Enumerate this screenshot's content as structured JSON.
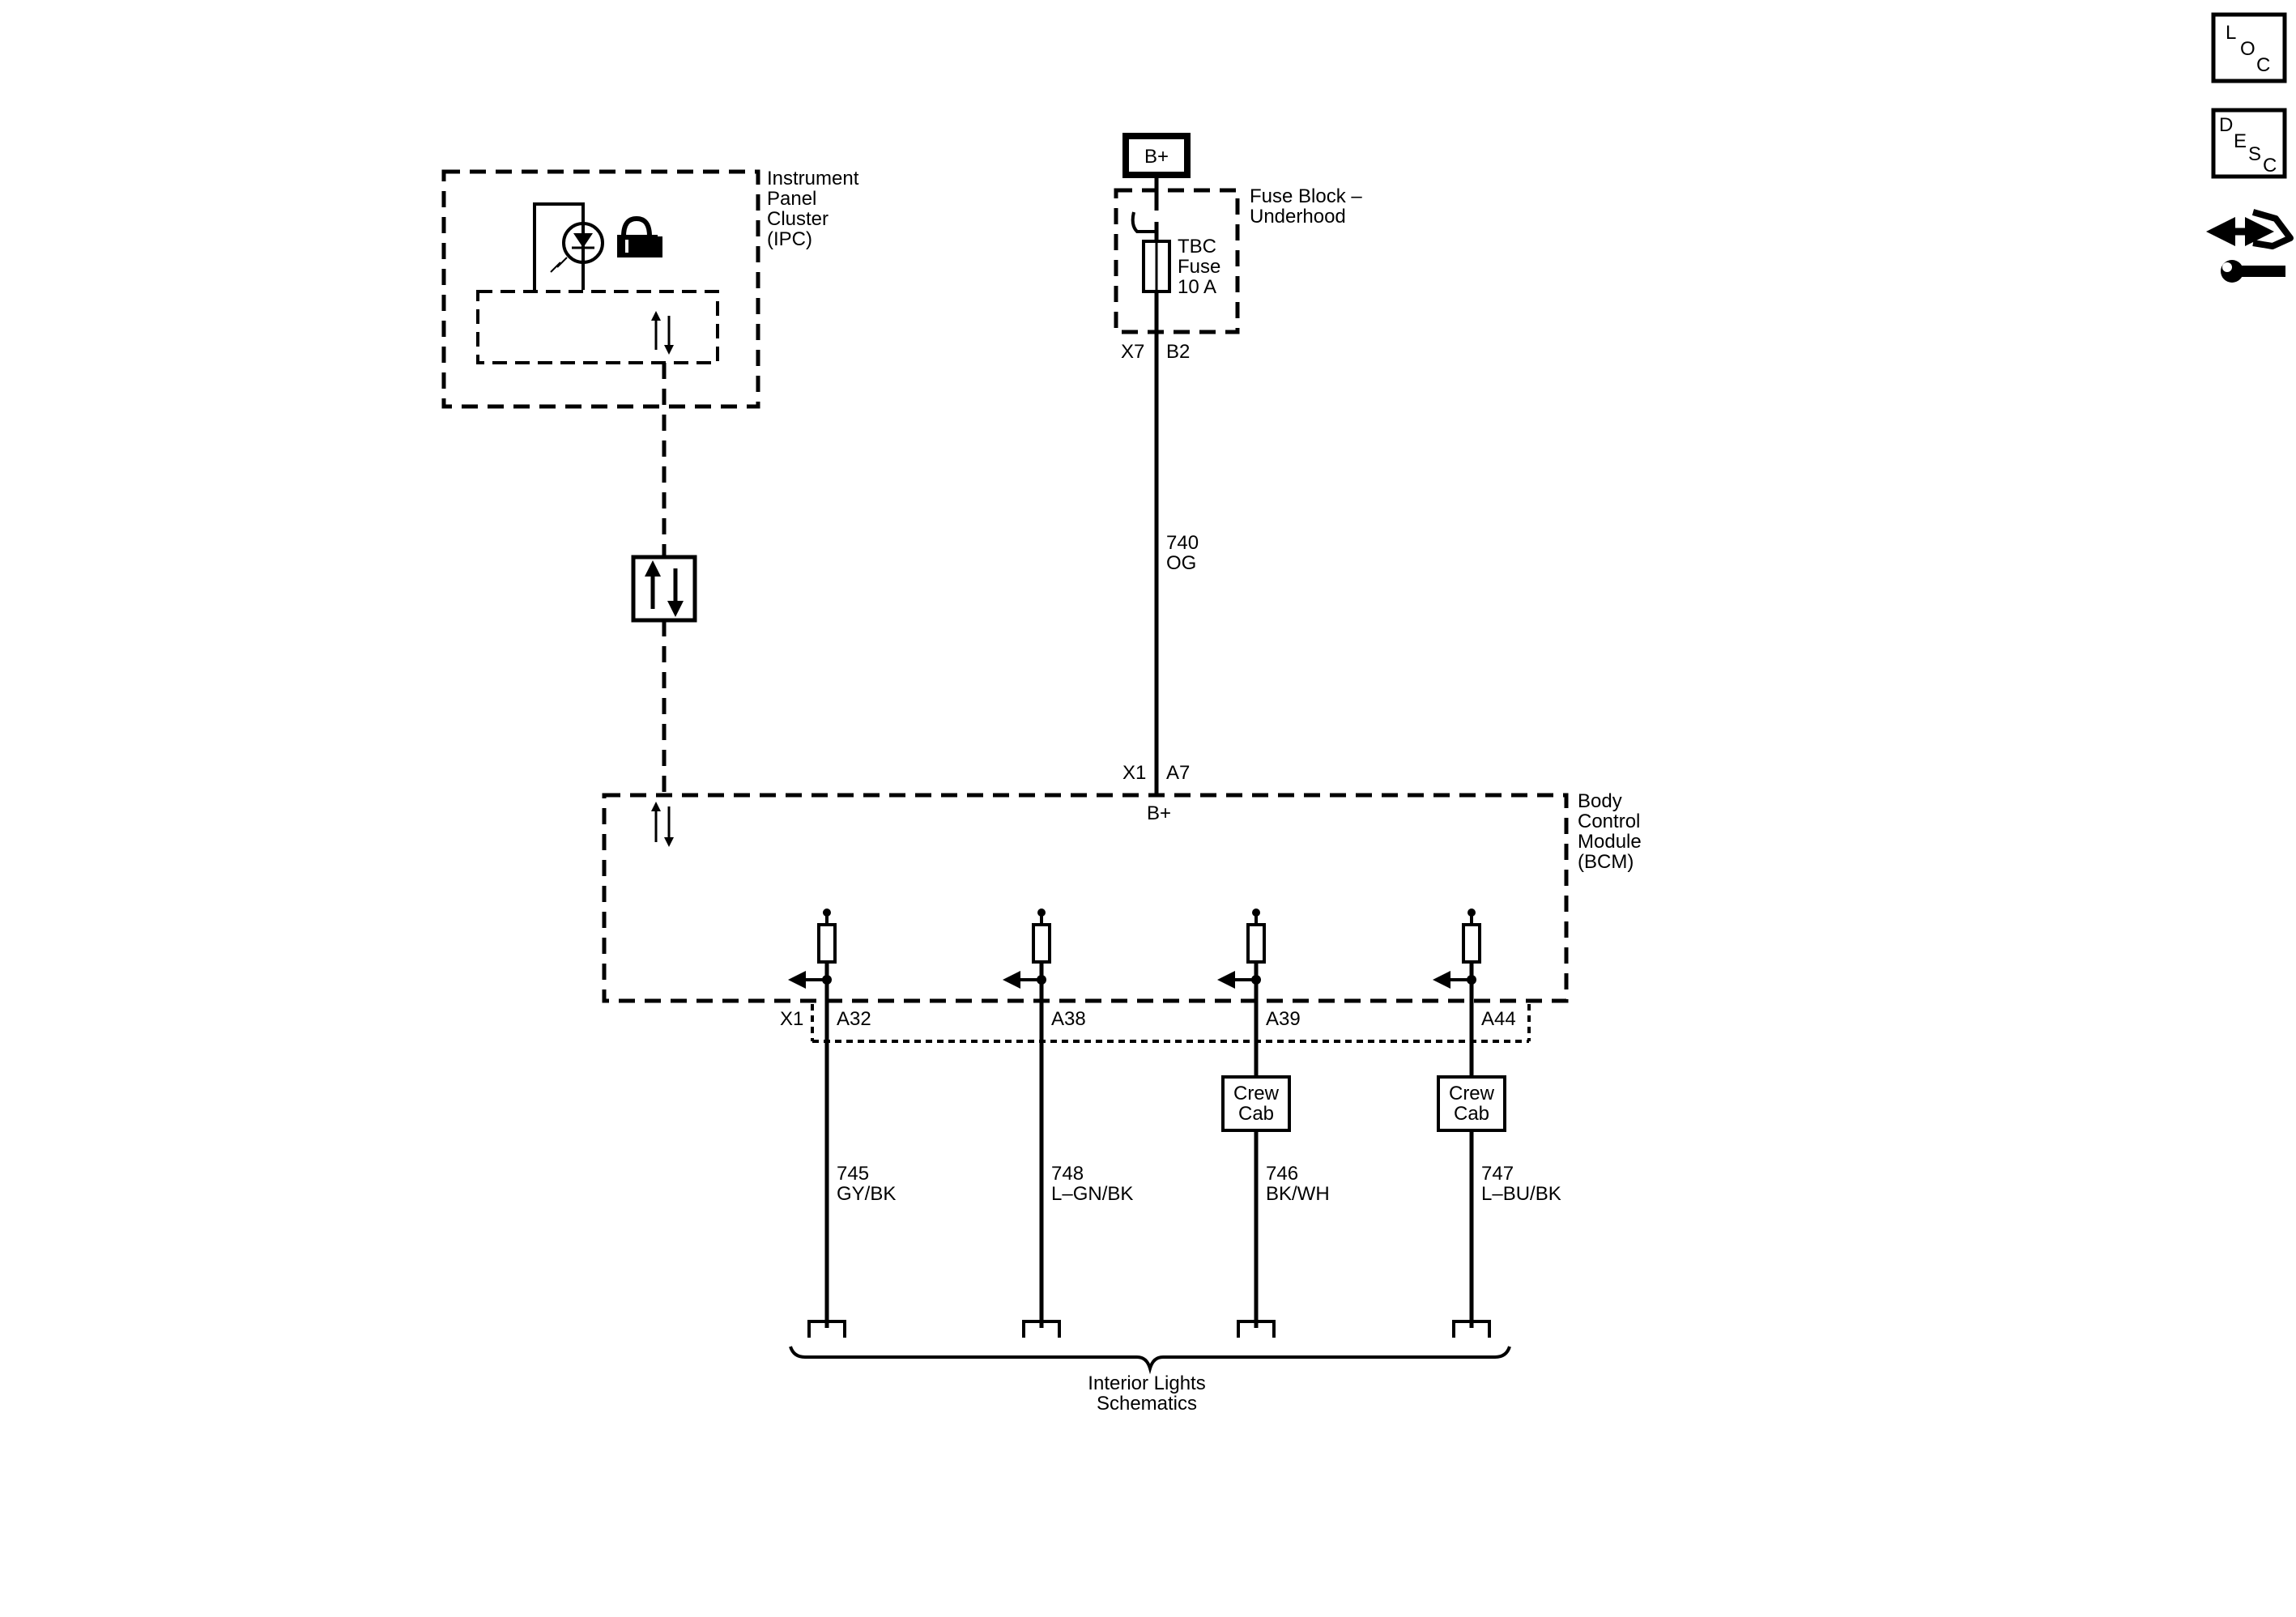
{
  "ipc": {
    "lines": [
      "Instrument",
      "Panel",
      "Cluster",
      "(IPC)"
    ]
  },
  "bplus_source": "B+",
  "fuse_block": {
    "lines": [
      "Fuse Block –",
      "Underhood"
    ],
    "fuse_lines": [
      "TBC",
      "Fuse",
      "10 A"
    ],
    "conn": "X7",
    "pin": "B2"
  },
  "wire_740": {
    "circuit": "740",
    "color": "OG"
  },
  "bcm_feed": {
    "conn": "X1",
    "pin": "A7",
    "label": "B+"
  },
  "bcm": {
    "lines": [
      "Body",
      "Control",
      "Module",
      "(BCM)"
    ],
    "output_conn": "X1"
  },
  "outputs": [
    {
      "pin": "A32",
      "circuit": "745",
      "color": "GY/BK",
      "option": []
    },
    {
      "pin": "A38",
      "circuit": "748",
      "color": "L–GN/BK",
      "option": []
    },
    {
      "pin": "A39",
      "circuit": "746",
      "color": "BK/WH",
      "option": [
        "Crew",
        "Cab"
      ]
    },
    {
      "pin": "A44",
      "circuit": "747",
      "color": "L–BU/BK",
      "option": [
        "Crew",
        "Cab"
      ]
    }
  ],
  "destination": {
    "lines": [
      "Interior Lights",
      "Schematics"
    ]
  },
  "side_buttons": {
    "loc": [
      "L",
      "O",
      "C"
    ],
    "desc": [
      "D",
      "E",
      "S",
      "C"
    ]
  },
  "colors": {
    "ink": "#000000",
    "paper": "#ffffff"
  }
}
